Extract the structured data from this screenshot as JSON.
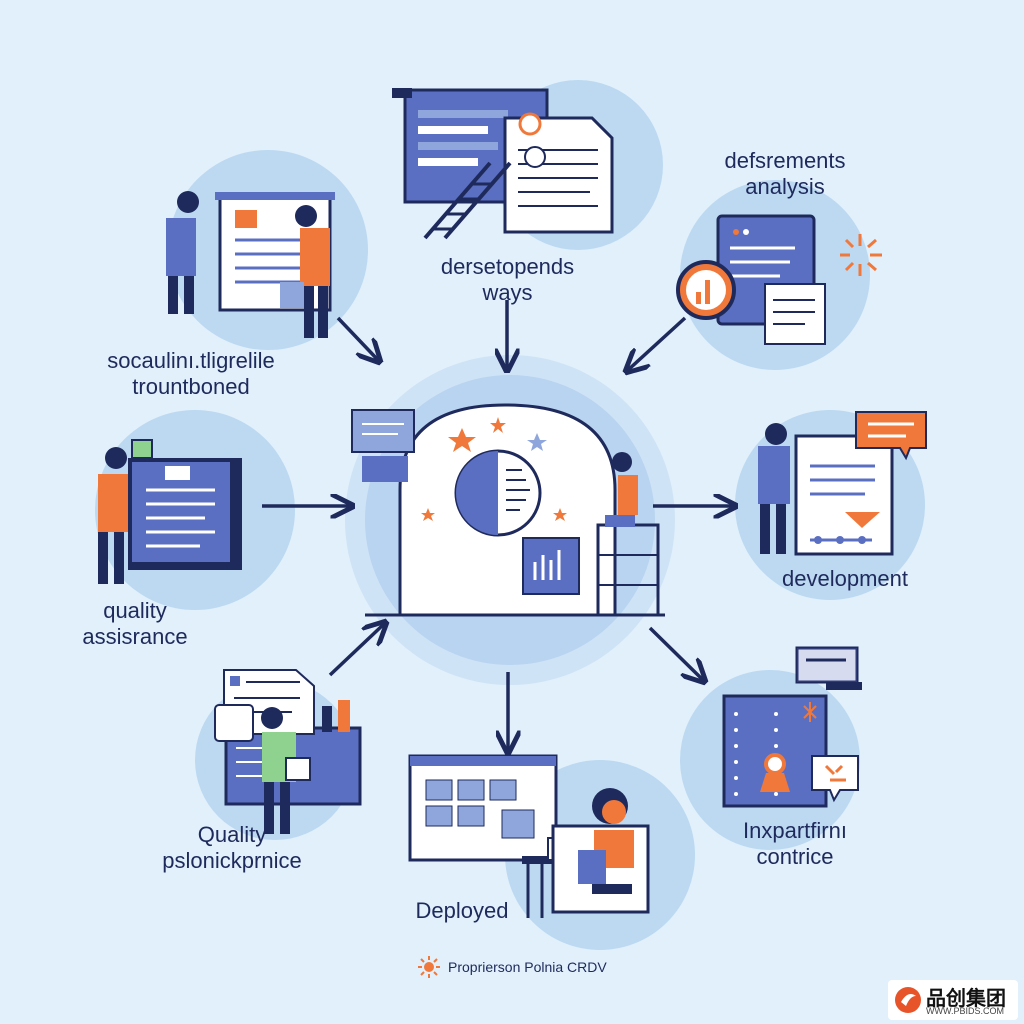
{
  "colors": {
    "background": "#e1f0fb",
    "circle": "#bcd9f1",
    "navy": "#1f2a5c",
    "blue": "#5b6fc2",
    "orange": "#f0783a",
    "paper": "#ffffff"
  },
  "labels": {
    "top": "dersetopends\nways",
    "top_right": "defsrements\nanalysis",
    "top_left": "socaulinı.tligrelile\ntrountboned",
    "left": "quality\nassisrance",
    "right": "development",
    "bottom_left": "Quality\npslonickprnice",
    "bottom": "Deployed",
    "bottom_right": "Inxpartfirnı\ncontrice"
  },
  "footer": {
    "text": "Proprierson Polnia CRDV",
    "icon": "sun-icon"
  },
  "watermark": {
    "main": "品创集团",
    "sub": "WWW.PBIDS.COM",
    "icon": "brand-logo-icon"
  }
}
